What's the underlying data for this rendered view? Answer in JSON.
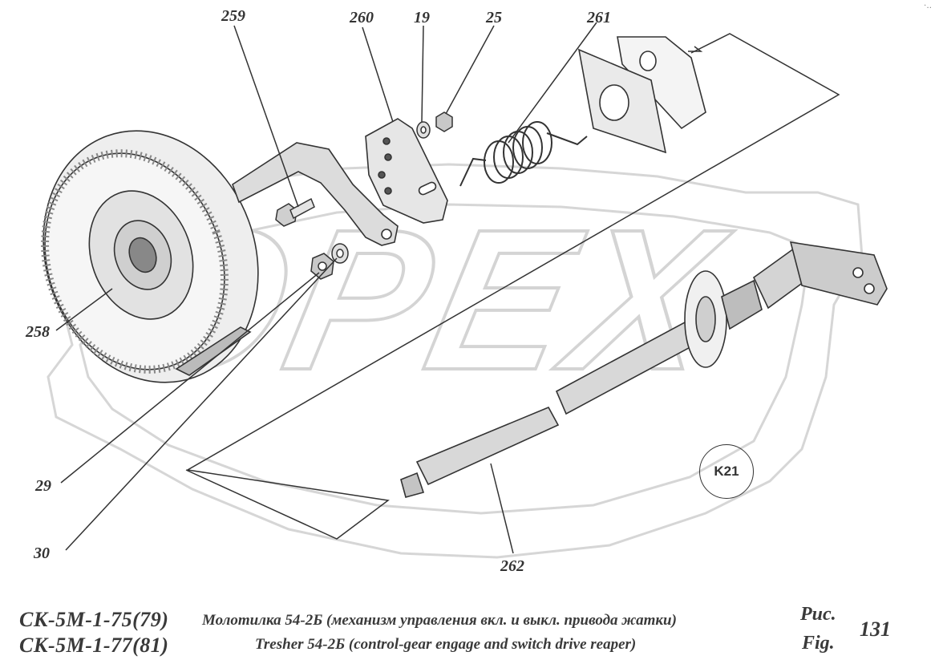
{
  "callouts": {
    "p259": "259",
    "p260": "260",
    "p19": "19",
    "p25": "25",
    "p261": "261",
    "p258": "258",
    "p29": "29",
    "p30": "30",
    "p262": "262"
  },
  "badge": "K21",
  "watermark": "OPEX",
  "corner_mark": "·‥",
  "caption": {
    "model_line1": "СК-5М-1-75(79)",
    "model_line2": "СК-5М-1-77(81)",
    "desc_ru": "Молотилка 54-2Б (механизм управления вкл. и выкл. привода жатки)",
    "desc_en": "Tresher 54-2Б (control-gear engage and switch drive reaper)",
    "fig_ru": "Рис.",
    "fig_en": "Fig.",
    "fig_number": "131"
  }
}
